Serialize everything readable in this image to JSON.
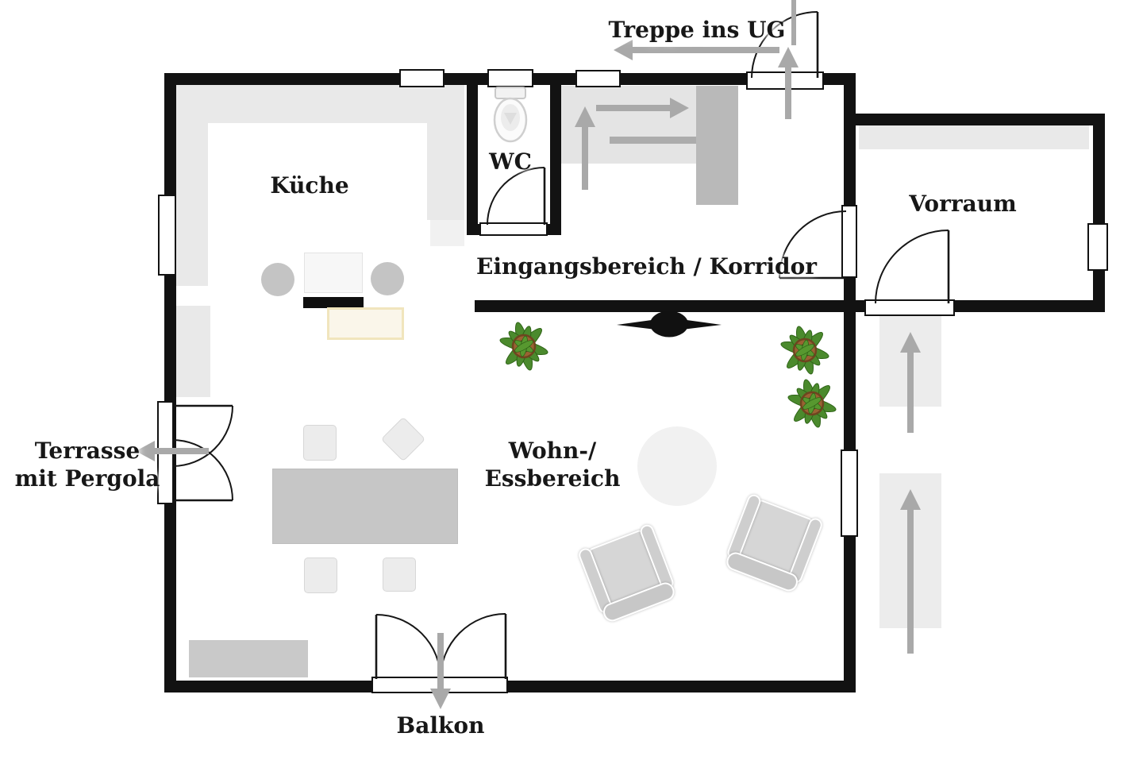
{
  "plan": {
    "rooms": {
      "kueche": "Küche",
      "wc": "WC",
      "eingangsbereich": "Eingangsbereich / Korridor",
      "vorraum": "Vorraum",
      "wohn1": "Wohn-/",
      "wohn2": "Essbereich"
    },
    "exits": {
      "treppe": "Treppe ins UG",
      "terrasse1": "Terrasse",
      "terrasse2": "mit Pergola",
      "balkon": "Balkon"
    },
    "colors": {
      "wall": "#121212",
      "counter_gray": "#e9e9e9",
      "furniture_gray": "#c6c6c6",
      "stair_gray": "#e4e4e4",
      "arrow_gray": "#a9a9a9",
      "plant_green": "#4b8a2d",
      "pot_brown": "#9a6233",
      "mat_beige": "#f1e5bd"
    }
  }
}
